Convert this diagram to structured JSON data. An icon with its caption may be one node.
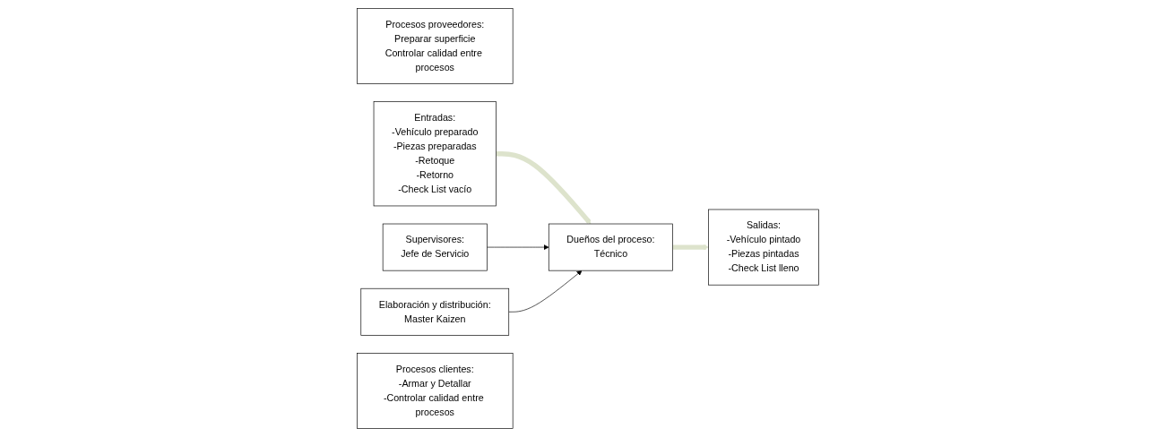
{
  "diagram": {
    "nodes": [
      {
        "text": [
          "Procesos proveedores:",
          "Preparar superficie",
          "Controlar calidad entre procesos"
        ]
      },
      {
        "text": [
          "Entradas:",
          "-Vehículo preparado",
          "-Piezas preparadas",
          "-Retoque",
          "-Retorno",
          "-Check List vacío"
        ]
      },
      {
        "text": [
          "Supervisores:",
          "Jefe de Servicio"
        ]
      },
      {
        "text": [
          "Dueños del proceso:",
          "Técnico"
        ]
      },
      {
        "text": [
          "Elaboración y distribución:",
          "Master Kaizen"
        ]
      },
      {
        "text": [
          "Procesos clientes:",
          "-Armar y Detallar",
          "-Controlar calidad entre procesos"
        ]
      },
      {
        "text": [
          "Salidas:",
          "-Vehículo pintado",
          "-Piezas pintadas",
          "-Check List lleno"
        ]
      }
    ],
    "edges": [
      {
        "from": 1,
        "to": 3,
        "arrow": "to",
        "style": "thick",
        "color": "#dde3cc"
      },
      {
        "from": 2,
        "to": 3,
        "arrow": "to",
        "color": "#000000"
      },
      {
        "from": 4,
        "to": 3,
        "arrow": "to",
        "color": "#000000"
      },
      {
        "from": 3,
        "to": 6,
        "arrow": "to",
        "style": "thick",
        "color": "#dde3cc"
      }
    ]
  }
}
